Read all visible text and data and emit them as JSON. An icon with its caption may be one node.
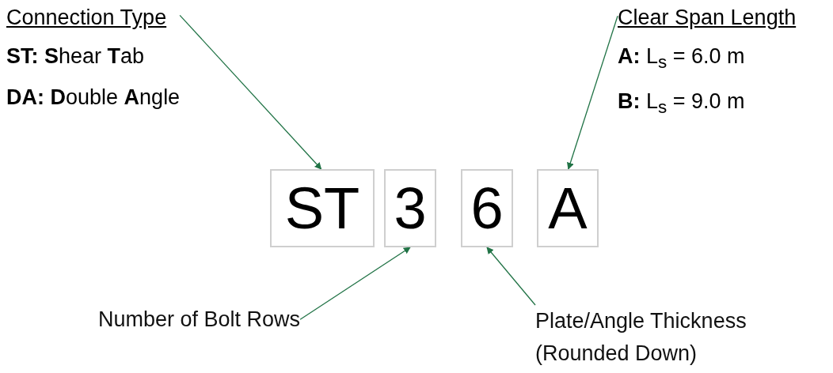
{
  "diagram": {
    "nodes": [
      {
        "text": [
          "Connection Type",
          "**ST:**  **S**hear **T**ab",
          "**DA:** **D**ouble **A**ngle"
        ]
      },
      {
        "text": [
          "Clear Span Length",
          "**A:**  L$_{s}$ = 6.0 m",
          "**B:**  L$_{s}$ = 9.0 m"
        ]
      },
      {
        "text": [
          "ST"
        ]
      },
      {
        "text": [
          "3"
        ]
      },
      {
        "text": [
          "6"
        ]
      },
      {
        "text": [
          "A"
        ]
      },
      {
        "text": [
          "Number of Bolt Rows"
        ]
      },
      {
        "text": [
          "Plate/Angle Thickness (Rounded Down)"
        ]
      }
    ],
    "edges": [
      {
        "from": 0,
        "to": 2,
        "arrow": "to"
      },
      {
        "from": 1,
        "to": 5,
        "arrow": "to"
      },
      {
        "from": 6,
        "to": 3,
        "arrow": "to"
      },
      {
        "from": 7,
        "to": 4,
        "arrow": "to"
      }
    ]
  }
}
